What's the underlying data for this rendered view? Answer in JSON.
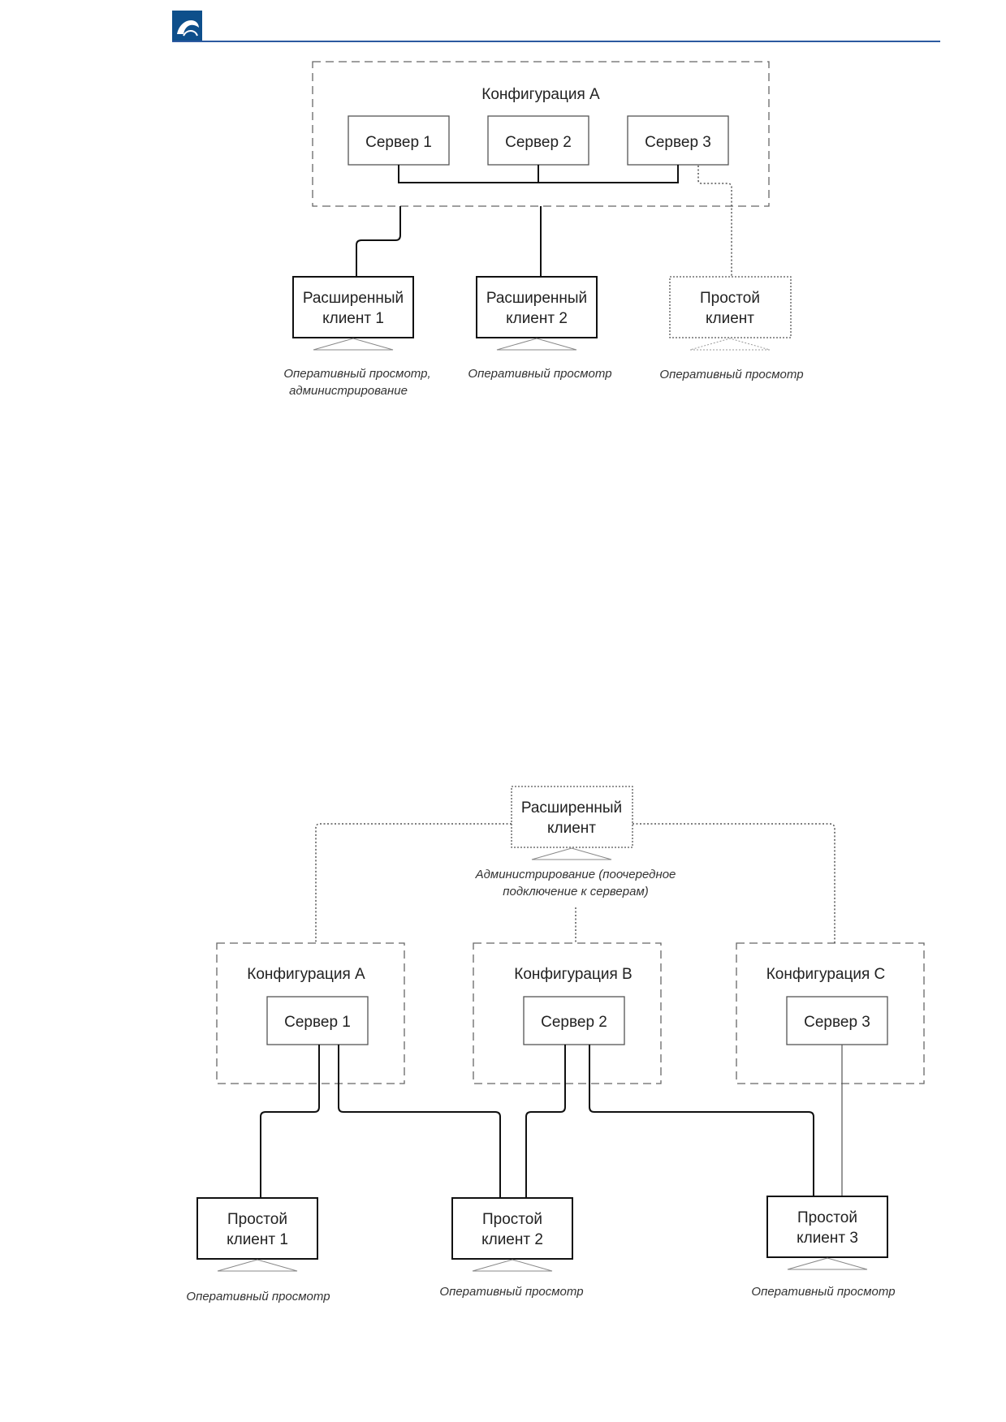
{
  "header": {
    "accent_color": "#2c5aa0",
    "logo_color": "#0d4f8b",
    "logo_icon": "wave-swirl-logo"
  },
  "diagram1": {
    "config_label": "Конфигурация А",
    "servers": [
      "Сервер 1",
      "Сервер 2",
      "Сервер 3"
    ],
    "clients": [
      {
        "line1": "Расширенный",
        "line2": "клиент 1"
      },
      {
        "line1": "Расширенный",
        "line2": "клиент 2"
      },
      {
        "line1": "Простой",
        "line2": "клиент"
      }
    ],
    "captions": [
      {
        "line1": "Оперативный просмотр,",
        "line2": "администрирование"
      },
      {
        "line1": "Оперативный просмотр",
        "line2": ""
      },
      {
        "line1": "Оперативный просмотр",
        "line2": ""
      }
    ]
  },
  "diagram2": {
    "top_client": {
      "line1": "Расширенный",
      "line2": "клиент"
    },
    "top_caption": {
      "line1": "Администрирование (поочередное",
      "line2": "подключение к серверам)"
    },
    "configs": [
      {
        "label": "Конфигурация А",
        "server": "Сервер 1"
      },
      {
        "label": "Конфигурация В",
        "server": "Сервер 2"
      },
      {
        "label": "Конфигурация С",
        "server": "Сервер 3"
      }
    ],
    "clients": [
      {
        "line1": "Простой",
        "line2": "клиент 1"
      },
      {
        "line1": "Простой",
        "line2": "клиент 2"
      },
      {
        "line1": "Простой",
        "line2": "клиент 3"
      }
    ],
    "captions": [
      "Оперативный просмотр",
      "Оперативный просмотр",
      "Оперативный просмотр"
    ]
  }
}
